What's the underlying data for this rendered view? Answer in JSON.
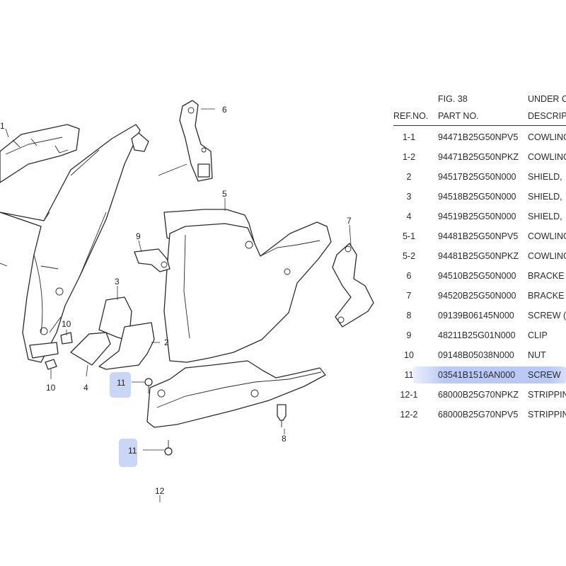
{
  "table": {
    "fig": "FIG. 38",
    "title_fragment": "UNDER C",
    "headers": {
      "ref": "REF.NO.",
      "part": "PART NO.",
      "desc": "DESCRIP"
    },
    "rows": [
      {
        "ref": "1-1",
        "part": "94471B25G50NPV5",
        "desc": "COWLING"
      },
      {
        "ref": "1-2",
        "part": "94471B25G50NPKZ",
        "desc": "COWLING"
      },
      {
        "ref": "2",
        "part": "94517B25G50N000",
        "desc": "SHIELD,"
      },
      {
        "ref": "3",
        "part": "94518B25G50N000",
        "desc": "SHIELD,"
      },
      {
        "ref": "4",
        "part": "94519B25G50N000",
        "desc": "SHIELD,"
      },
      {
        "ref": "5-1",
        "part": "94481B25G50NPV5",
        "desc": "COWLING"
      },
      {
        "ref": "5-2",
        "part": "94481B25G50NPKZ",
        "desc": "COWLING"
      },
      {
        "ref": "6",
        "part": "94510B25G50N000",
        "desc": "BRACKE"
      },
      {
        "ref": "7",
        "part": "94520B25G50N000",
        "desc": "BRACKE"
      },
      {
        "ref": "8",
        "part": "09139B06145N000",
        "desc": "SCREW ("
      },
      {
        "ref": "9",
        "part": "48211B25G01N000",
        "desc": "CLIP"
      },
      {
        "ref": "10",
        "part": "09148B05038N000",
        "desc": "NUT"
      },
      {
        "ref": "11",
        "part": "03541B1516AN000",
        "desc": "SCREW"
      },
      {
        "ref": "12-1",
        "part": "68000B25G70NPKZ",
        "desc": "STRIPPIN"
      },
      {
        "ref": "12-2",
        "part": "68000B25G70NPV5",
        "desc": "STRIPPIN"
      }
    ],
    "highlighted_ref": "11"
  },
  "diagram": {
    "callouts": {
      "c1": "1",
      "c2": "2",
      "c3": "3",
      "c4": "4",
      "c5": "5",
      "c6": "6",
      "c7": "7",
      "c8": "8",
      "c9": "9",
      "c10a": "10",
      "c10b": "10",
      "c11a": "11",
      "c11b": "11",
      "c12": "12"
    }
  },
  "colors": {
    "highlight": "#5b7fe0",
    "line": "#2a2a2a",
    "background": "#ffffff"
  }
}
